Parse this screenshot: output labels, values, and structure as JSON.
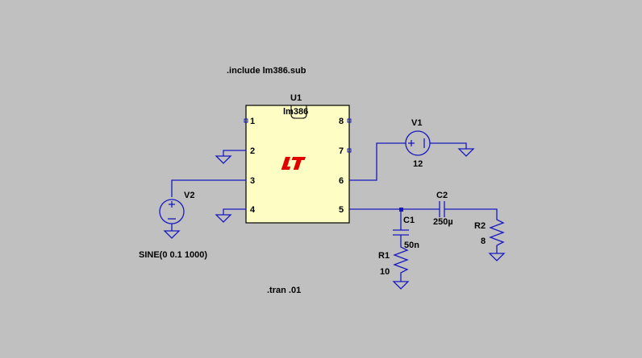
{
  "directives": {
    "include": ".include lm386.sub",
    "tran": ".tran .01"
  },
  "u1": {
    "ref": "U1",
    "part": "lm386",
    "pins": {
      "p1": "1",
      "p2": "2",
      "p3": "3",
      "p4": "4",
      "p5": "5",
      "p6": "6",
      "p7": "7",
      "p8": "8"
    },
    "logo_icon": "lt-logo"
  },
  "v1": {
    "ref": "V1",
    "value": "12"
  },
  "v2": {
    "ref": "V2",
    "value": "SINE(0 0.1 1000)"
  },
  "c1": {
    "ref": "C1",
    "value": "50n"
  },
  "c2": {
    "ref": "C2",
    "value": "250µ"
  },
  "r1": {
    "ref": "R1",
    "value": "10"
  },
  "r2": {
    "ref": "R2",
    "value": "8"
  },
  "colors": {
    "background": "#c0c0c0",
    "wire": "#1818c0",
    "ic_body": "#fdfdc4",
    "logo": "#e00000"
  }
}
